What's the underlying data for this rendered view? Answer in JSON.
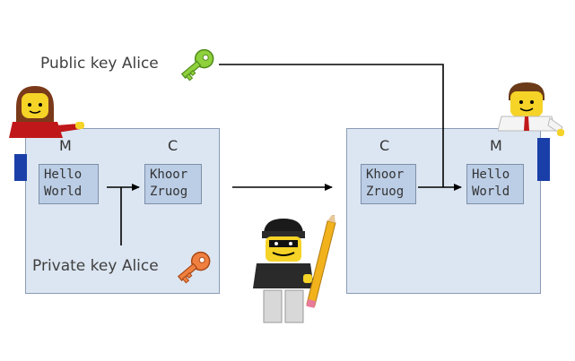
{
  "public_key_label": "Public key Alice",
  "private_key_label": "Private key Alice",
  "sender": {
    "headers": {
      "plain": "M",
      "cipher": "C"
    },
    "plaintext": [
      "Hello",
      "World"
    ],
    "ciphertext": [
      "Khoor",
      "Zruog"
    ]
  },
  "receiver": {
    "headers": {
      "cipher": "C",
      "plain": "M"
    },
    "ciphertext": [
      "Khoor",
      "Zruog"
    ],
    "plaintext": [
      "Hello",
      "World"
    ]
  },
  "colors": {
    "panel": "#dce6f2",
    "box": "#bccee6",
    "public_key": "#8fd13c",
    "private_key": "#f08040"
  },
  "icons": {
    "public_key": "key-icon",
    "private_key": "key-icon",
    "alice": "lego-figure-woman",
    "bob": "lego-figure-man",
    "eve": "lego-figure-burglar"
  }
}
